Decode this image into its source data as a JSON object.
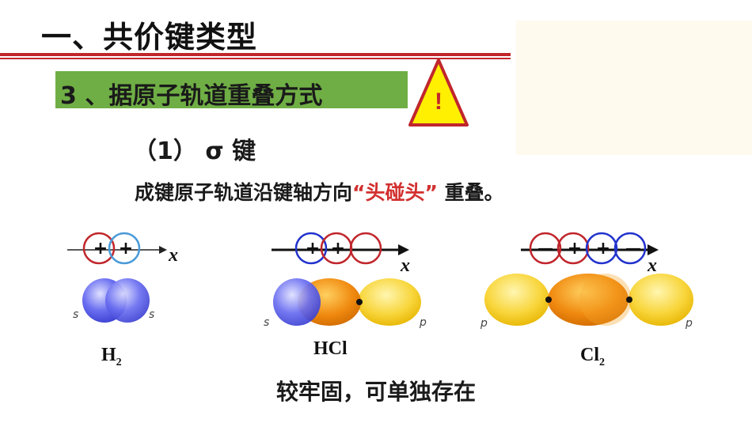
{
  "slide": {
    "title": "一、共价键类型",
    "section": "3 、据原子轨道重叠方式",
    "subheading": "（1） σ 键",
    "description_before": "成键原子轨道沿键轴方向",
    "description_highlight": "“头碰头”",
    "description_after": " 重叠。",
    "conclusion": "较牢固，可单独存在",
    "warning_mark": "!"
  },
  "diagrams": [
    {
      "molecule_base": "H",
      "molecule_sub": "2",
      "axis_label": "x",
      "signs": [
        "+",
        "+"
      ],
      "orbital_labels": [
        "s",
        "s"
      ]
    },
    {
      "molecule": "HCl",
      "axis_label": "x",
      "signs": [
        "+",
        "+"
      ],
      "orbital_labels": [
        "s",
        "p"
      ]
    },
    {
      "molecule_base": "Cl",
      "molecule_sub": "2",
      "axis_label": "x",
      "signs": [
        "—",
        "+",
        "+",
        "—"
      ],
      "orbital_labels": [
        "p",
        "p"
      ]
    }
  ],
  "colors": {
    "accent_red": "#c0262c",
    "banner_green": "#6fae45",
    "highlight_red": "#d32f2f",
    "s_orbital": "#6a6ef0",
    "p_orbital_yellow": "#f8d53a",
    "overlap_orange": "#f08a10",
    "circle_blue": "#2233cc",
    "circle_light_blue": "#4a9ad8"
  }
}
